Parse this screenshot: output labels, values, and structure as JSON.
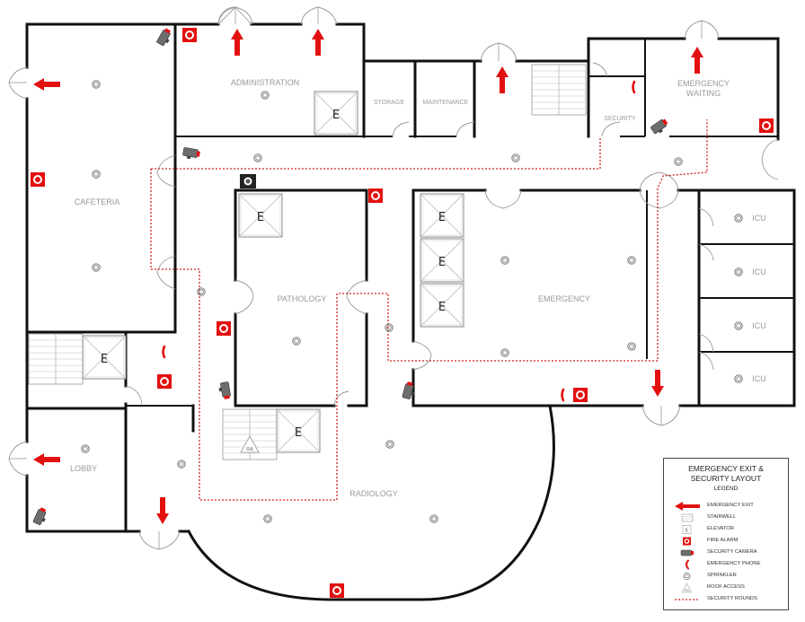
{
  "rooms": {
    "administration": "ADMINISTRATION",
    "storage": "STORAGE",
    "maintenance": "MAINTENANCE",
    "security": "SECURITY",
    "emergency_waiting_1": "EMERGENCY",
    "emergency_waiting_2": "WAITING",
    "cafeteria": "CAFETERIA",
    "pathology": "PATHOLOGY",
    "emergency": "EMERGENCY",
    "icu": "ICU",
    "lobby": "LOBBY",
    "radiology": "RADIOLOGY"
  },
  "elevator_mark": "E",
  "roof_access_mark": "RA",
  "legend": {
    "title_line1": "EMERGENCY EXIT &",
    "title_line2": "SECURITY LAYOUT",
    "subtitle": "LEGEND",
    "items": [
      {
        "icon": "emergency-exit-icon",
        "label": "EMERGENCY EXIT"
      },
      {
        "icon": "stairwell-icon",
        "label": "STAIRWELL"
      },
      {
        "icon": "elevator-icon",
        "label": "ELEVATOR"
      },
      {
        "icon": "fire-alarm-icon",
        "label": "FIRE ALARM"
      },
      {
        "icon": "security-camera-icon",
        "label": "SECURITY CAMERA"
      },
      {
        "icon": "emergency-phone-icon",
        "label": "EMERGENCY PHONE"
      },
      {
        "icon": "sprinkler-icon",
        "label": "SPRINKLER"
      },
      {
        "icon": "roof-access-icon",
        "label": "ROOF ACCESS"
      },
      {
        "icon": "security-rounds-icon",
        "label": "SECURITY ROUNDS"
      }
    ]
  },
  "colors": {
    "exit": "#e31010",
    "alarm": "#e31010",
    "rounds": "#d42020",
    "wall": "#111111",
    "label": "#9a9a9a"
  }
}
